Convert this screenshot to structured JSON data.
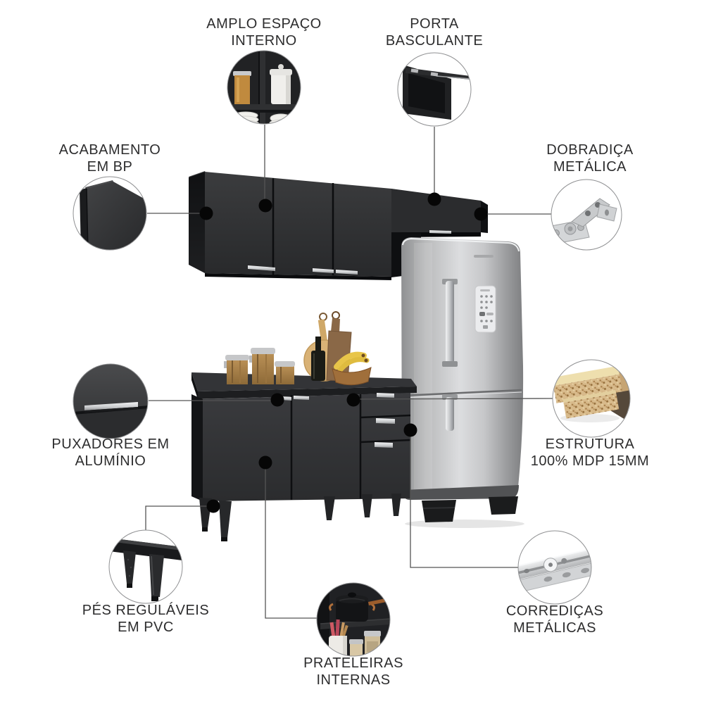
{
  "product": {
    "type": "kitchen-cabinet-set-with-refrigerator",
    "finish_color": "black",
    "appliance": "stainless-steel refrigerator"
  },
  "colors": {
    "background": "#ffffff",
    "label_text": "#2d2d2e",
    "connector_line": "#555555",
    "callout_dot": "#060606",
    "circle_border": "#8f9092",
    "cabinet_front": "#323335",
    "cabinet_side": "#131416",
    "handle_aluminum": "#c9cacc",
    "fridge_steel": "#c6c7c9",
    "mdp_board": "#d8ba8b",
    "banana_yellow": "#e8c549",
    "wood_board": "#d9b276"
  },
  "callouts": [
    {
      "id": "amplo-espaco-interno",
      "line1": "AMPLO ESPAÇO",
      "line2": "INTERNO",
      "icon": "cabinet-interior-icon"
    },
    {
      "id": "porta-basculante",
      "line1": "PORTA",
      "line2": "BASCULANTE",
      "icon": "flip-up-door-icon"
    },
    {
      "id": "acabamento-em-bp",
      "line1": "ACABAMENTO",
      "line2": "EM BP",
      "icon": "bp-panel-corner-icon"
    },
    {
      "id": "dobradica-metalica",
      "line1": "DOBRADIÇA",
      "line2": "METÁLICA",
      "icon": "metal-hinge-icon"
    },
    {
      "id": "puxadores-aluminio",
      "line1": "PUXADORES EM",
      "line2": "ALUMÍNIO",
      "icon": "aluminum-handle-icon"
    },
    {
      "id": "estrutura-mdp",
      "line1": "ESTRUTURA",
      "line2": "100% MDP 15MM",
      "icon": "mdp-board-icon"
    },
    {
      "id": "pes-regulaveis-pvc",
      "line1": "PÉS REGULÁVEIS",
      "line2": "EM PVC",
      "icon": "pvc-feet-icon"
    },
    {
      "id": "prateleiras-internas",
      "line1": "PRATELEIRAS",
      "line2": "INTERNAS",
      "icon": "internal-shelves-icon"
    },
    {
      "id": "corredicas-metalicas",
      "line1": "CORREDIÇAS",
      "line2": "METÁLICAS",
      "icon": "metal-slide-icon"
    }
  ]
}
